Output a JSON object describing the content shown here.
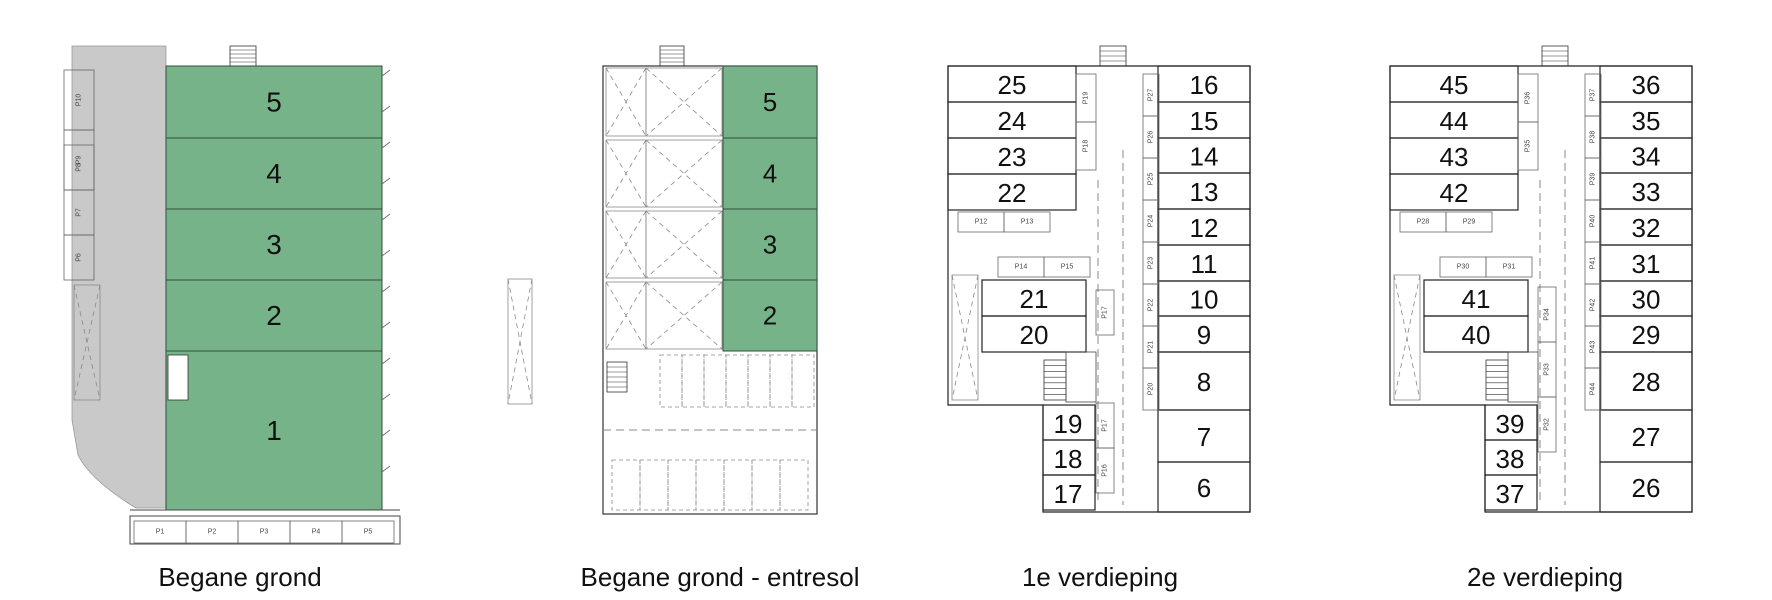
{
  "captions": [
    "Begane grond",
    "Begane grond - entresol",
    "1e verdieping",
    "2e verdieping"
  ],
  "colors": {
    "unit_fill": "#77b388",
    "wall": "#222222",
    "paving": "#c9c9c9",
    "dash": "#8a8a8a",
    "line": "#555555"
  },
  "begane_grond": {
    "units": [
      "5",
      "4",
      "3",
      "2",
      "1"
    ],
    "parking": [
      "P1",
      "P2",
      "P3",
      "P4",
      "P5"
    ],
    "side_spaces": [
      "P10",
      "P9",
      "P8",
      "P7",
      "P6"
    ]
  },
  "entresol": {
    "units": [
      "5",
      "4",
      "3",
      "2"
    ]
  },
  "verdieping_1": {
    "left_top_units": [
      "25",
      "24",
      "23",
      "22"
    ],
    "left_mid_units": [
      "21",
      "20"
    ],
    "left_bottom_units": [
      "19",
      "18",
      "17"
    ],
    "right_units": [
      "16",
      "15",
      "14",
      "13",
      "12",
      "11",
      "10",
      "9",
      "8",
      "7",
      "6"
    ],
    "parking_left": [
      "P19",
      "P18"
    ],
    "parking_center": [
      "P27",
      "P26",
      "P25",
      "P24",
      "P23",
      "P22",
      "P21",
      "P20"
    ],
    "parking_row_1": [
      "P12",
      "P13"
    ],
    "parking_row_2": [
      "P14",
      "P15"
    ],
    "parking_mid": [
      "P17"
    ],
    "parking_low": [
      "P17",
      "P16"
    ]
  },
  "verdieping_2": {
    "left_top_units": [
      "45",
      "44",
      "43",
      "42"
    ],
    "left_mid_units": [
      "41",
      "40"
    ],
    "left_bottom_units": [
      "39",
      "38",
      "37"
    ],
    "right_units": [
      "36",
      "35",
      "34",
      "33",
      "32",
      "31",
      "30",
      "29",
      "28",
      "27",
      "26"
    ],
    "parking_left": [
      "P36",
      "P35"
    ],
    "parking_center": [
      "P37",
      "P38",
      "P39",
      "P40",
      "P41",
      "P42",
      "P43",
      "P44"
    ],
    "parking_row_1": [
      "P28",
      "P29"
    ],
    "parking_row_2": [
      "P30",
      "P31"
    ],
    "parking_low": [
      "P34",
      "P33",
      "P32"
    ]
  }
}
